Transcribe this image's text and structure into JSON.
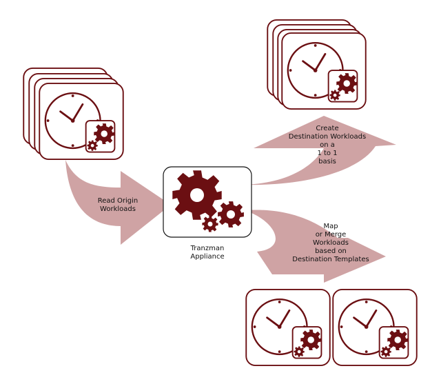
{
  "colors": {
    "arrow_fill": "#cfa3a4",
    "dark": "#6b0f12",
    "card_fill": "#ffffff"
  },
  "icons": {
    "workload": "clock-with-gear-icon",
    "appliance": "gears-icon"
  },
  "labels": {
    "read_origin": [
      "Read Origin",
      "Workloads"
    ],
    "create_dest": [
      "Create",
      "Destination Workloads",
      "on a",
      "1 to 1",
      "basis"
    ],
    "map_merge": [
      "Map",
      "or Merge",
      "Workloads",
      "based on",
      "Destination Templates"
    ],
    "appliance": [
      "Tranzman",
      "Appliance"
    ]
  }
}
